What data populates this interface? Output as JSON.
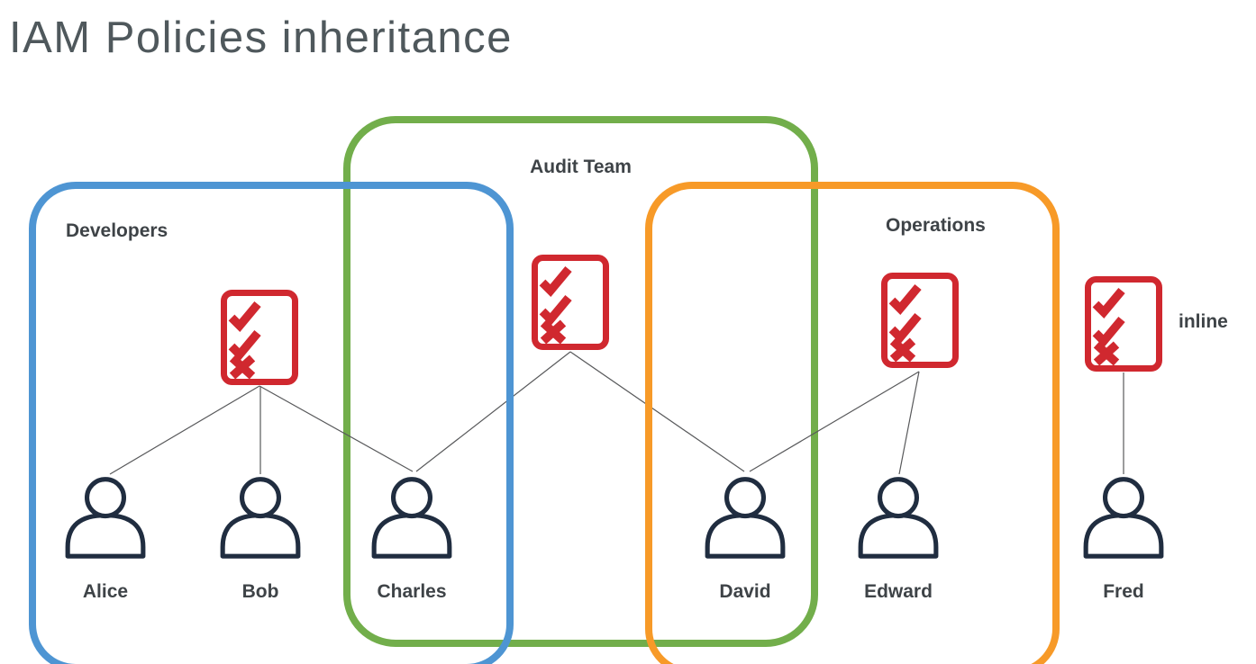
{
  "title": "IAM Policies inheritance",
  "colors": {
    "developers_box": "#4E95D3",
    "audit_team_box": "#72AE4B",
    "operations_box": "#F79A28",
    "policy_red": "#D0282F",
    "user_navy": "#202D40",
    "label_gray": "#3E4347",
    "title_gray": "#4F585C",
    "connector_gray": "#58595B"
  },
  "groups": [
    {
      "name": "Developers",
      "color": "#4E95D3",
      "members": [
        "Alice",
        "Bob",
        "Charles"
      ]
    },
    {
      "name": "Audit Team",
      "color": "#72AE4B",
      "members": [
        "Charles",
        "David"
      ]
    },
    {
      "name": "Operations",
      "color": "#F79A28",
      "members": [
        "David",
        "Edward"
      ]
    }
  ],
  "users": [
    {
      "name": "Alice"
    },
    {
      "name": "Bob"
    },
    {
      "name": "Charles"
    },
    {
      "name": "David"
    },
    {
      "name": "Edward"
    },
    {
      "name": "Fred"
    }
  ],
  "policies": [
    {
      "id": "developers-policy",
      "type": "group",
      "attached_to": "Developers"
    },
    {
      "id": "audit-team-policy",
      "type": "group",
      "attached_to": "Audit Team"
    },
    {
      "id": "operations-policy",
      "type": "group",
      "attached_to": "Operations"
    },
    {
      "id": "inline-policy",
      "type": "inline",
      "label": "inline",
      "attached_to": "Fred"
    }
  ],
  "connections": [
    {
      "from": "developers-policy",
      "to": "Alice"
    },
    {
      "from": "developers-policy",
      "to": "Bob"
    },
    {
      "from": "developers-policy",
      "to": "Charles"
    },
    {
      "from": "audit-team-policy",
      "to": "Charles"
    },
    {
      "from": "audit-team-policy",
      "to": "David"
    },
    {
      "from": "operations-policy",
      "to": "David"
    },
    {
      "from": "operations-policy",
      "to": "Edward"
    },
    {
      "from": "inline-policy",
      "to": "Fred"
    }
  ]
}
